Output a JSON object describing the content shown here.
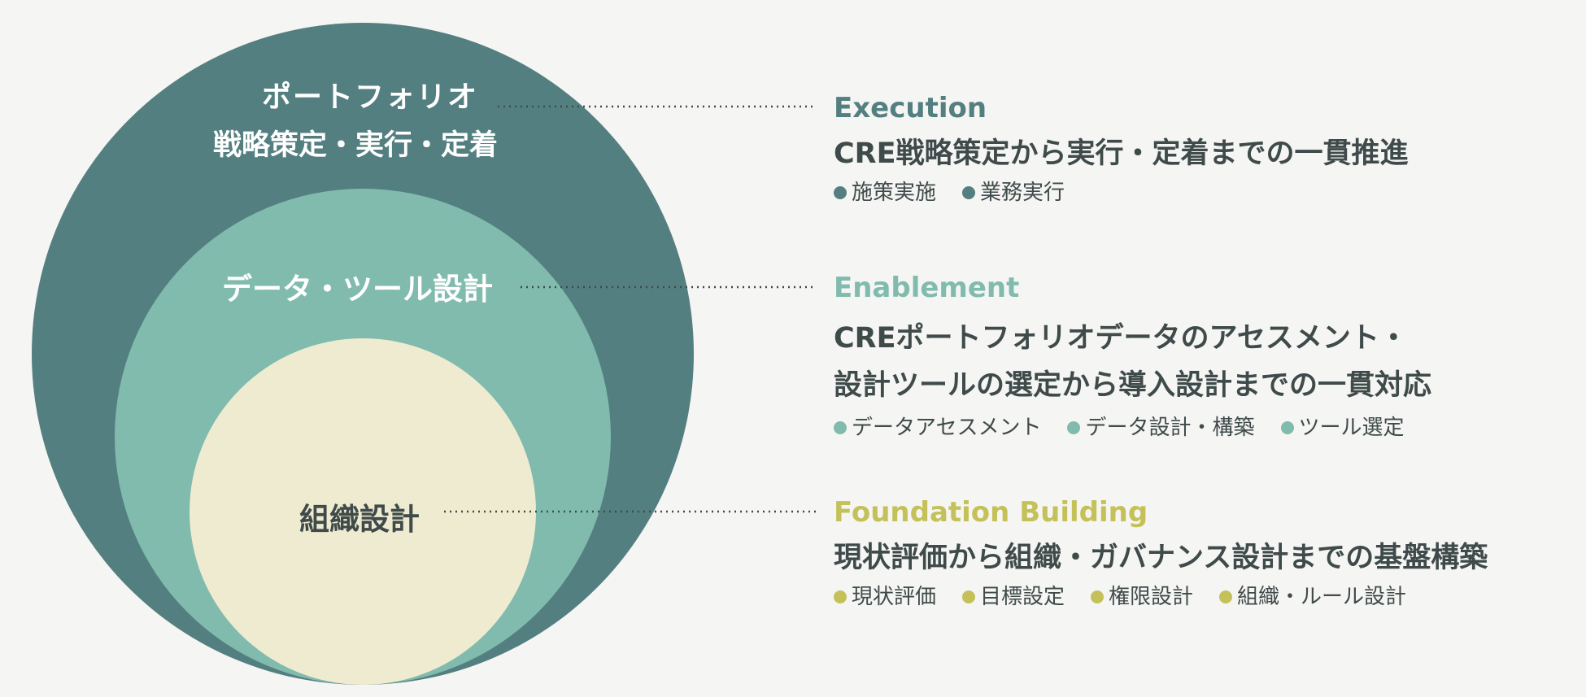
{
  "colors": {
    "outer": "#547f80",
    "middle": "#80bbae",
    "inner": "#efebd1",
    "background": "#f5f5f3",
    "text_dark": "#3f4a4a",
    "execution": "#547f80",
    "enablement": "#80bbae",
    "foundation": "#c5c15a"
  },
  "circles": {
    "outer_line1": "ポートフォリオ",
    "outer_line2": "戦略策定・実行・定着",
    "middle": "データ・ツール設計",
    "inner": "組織設計"
  },
  "sections": [
    {
      "title": "Execution",
      "desc": [
        "CRE戦略策定から実行・定着までの一貫推進"
      ],
      "tags": [
        "施策実施",
        "業務実行"
      ]
    },
    {
      "title": "Enablement",
      "desc": [
        "CREポートフォリオデータのアセスメント・",
        "設計ツールの選定から導入設計までの一貫対応"
      ],
      "tags": [
        "データアセスメント",
        "データ設計・構築",
        "ツール選定"
      ]
    },
    {
      "title": "Foundation Building",
      "desc": [
        "現状評価から組織・ガバナンス設計までの基盤構築"
      ],
      "tags": [
        "現状評価",
        "目標設定",
        "権限設計",
        "組織・ルール設計"
      ]
    }
  ]
}
